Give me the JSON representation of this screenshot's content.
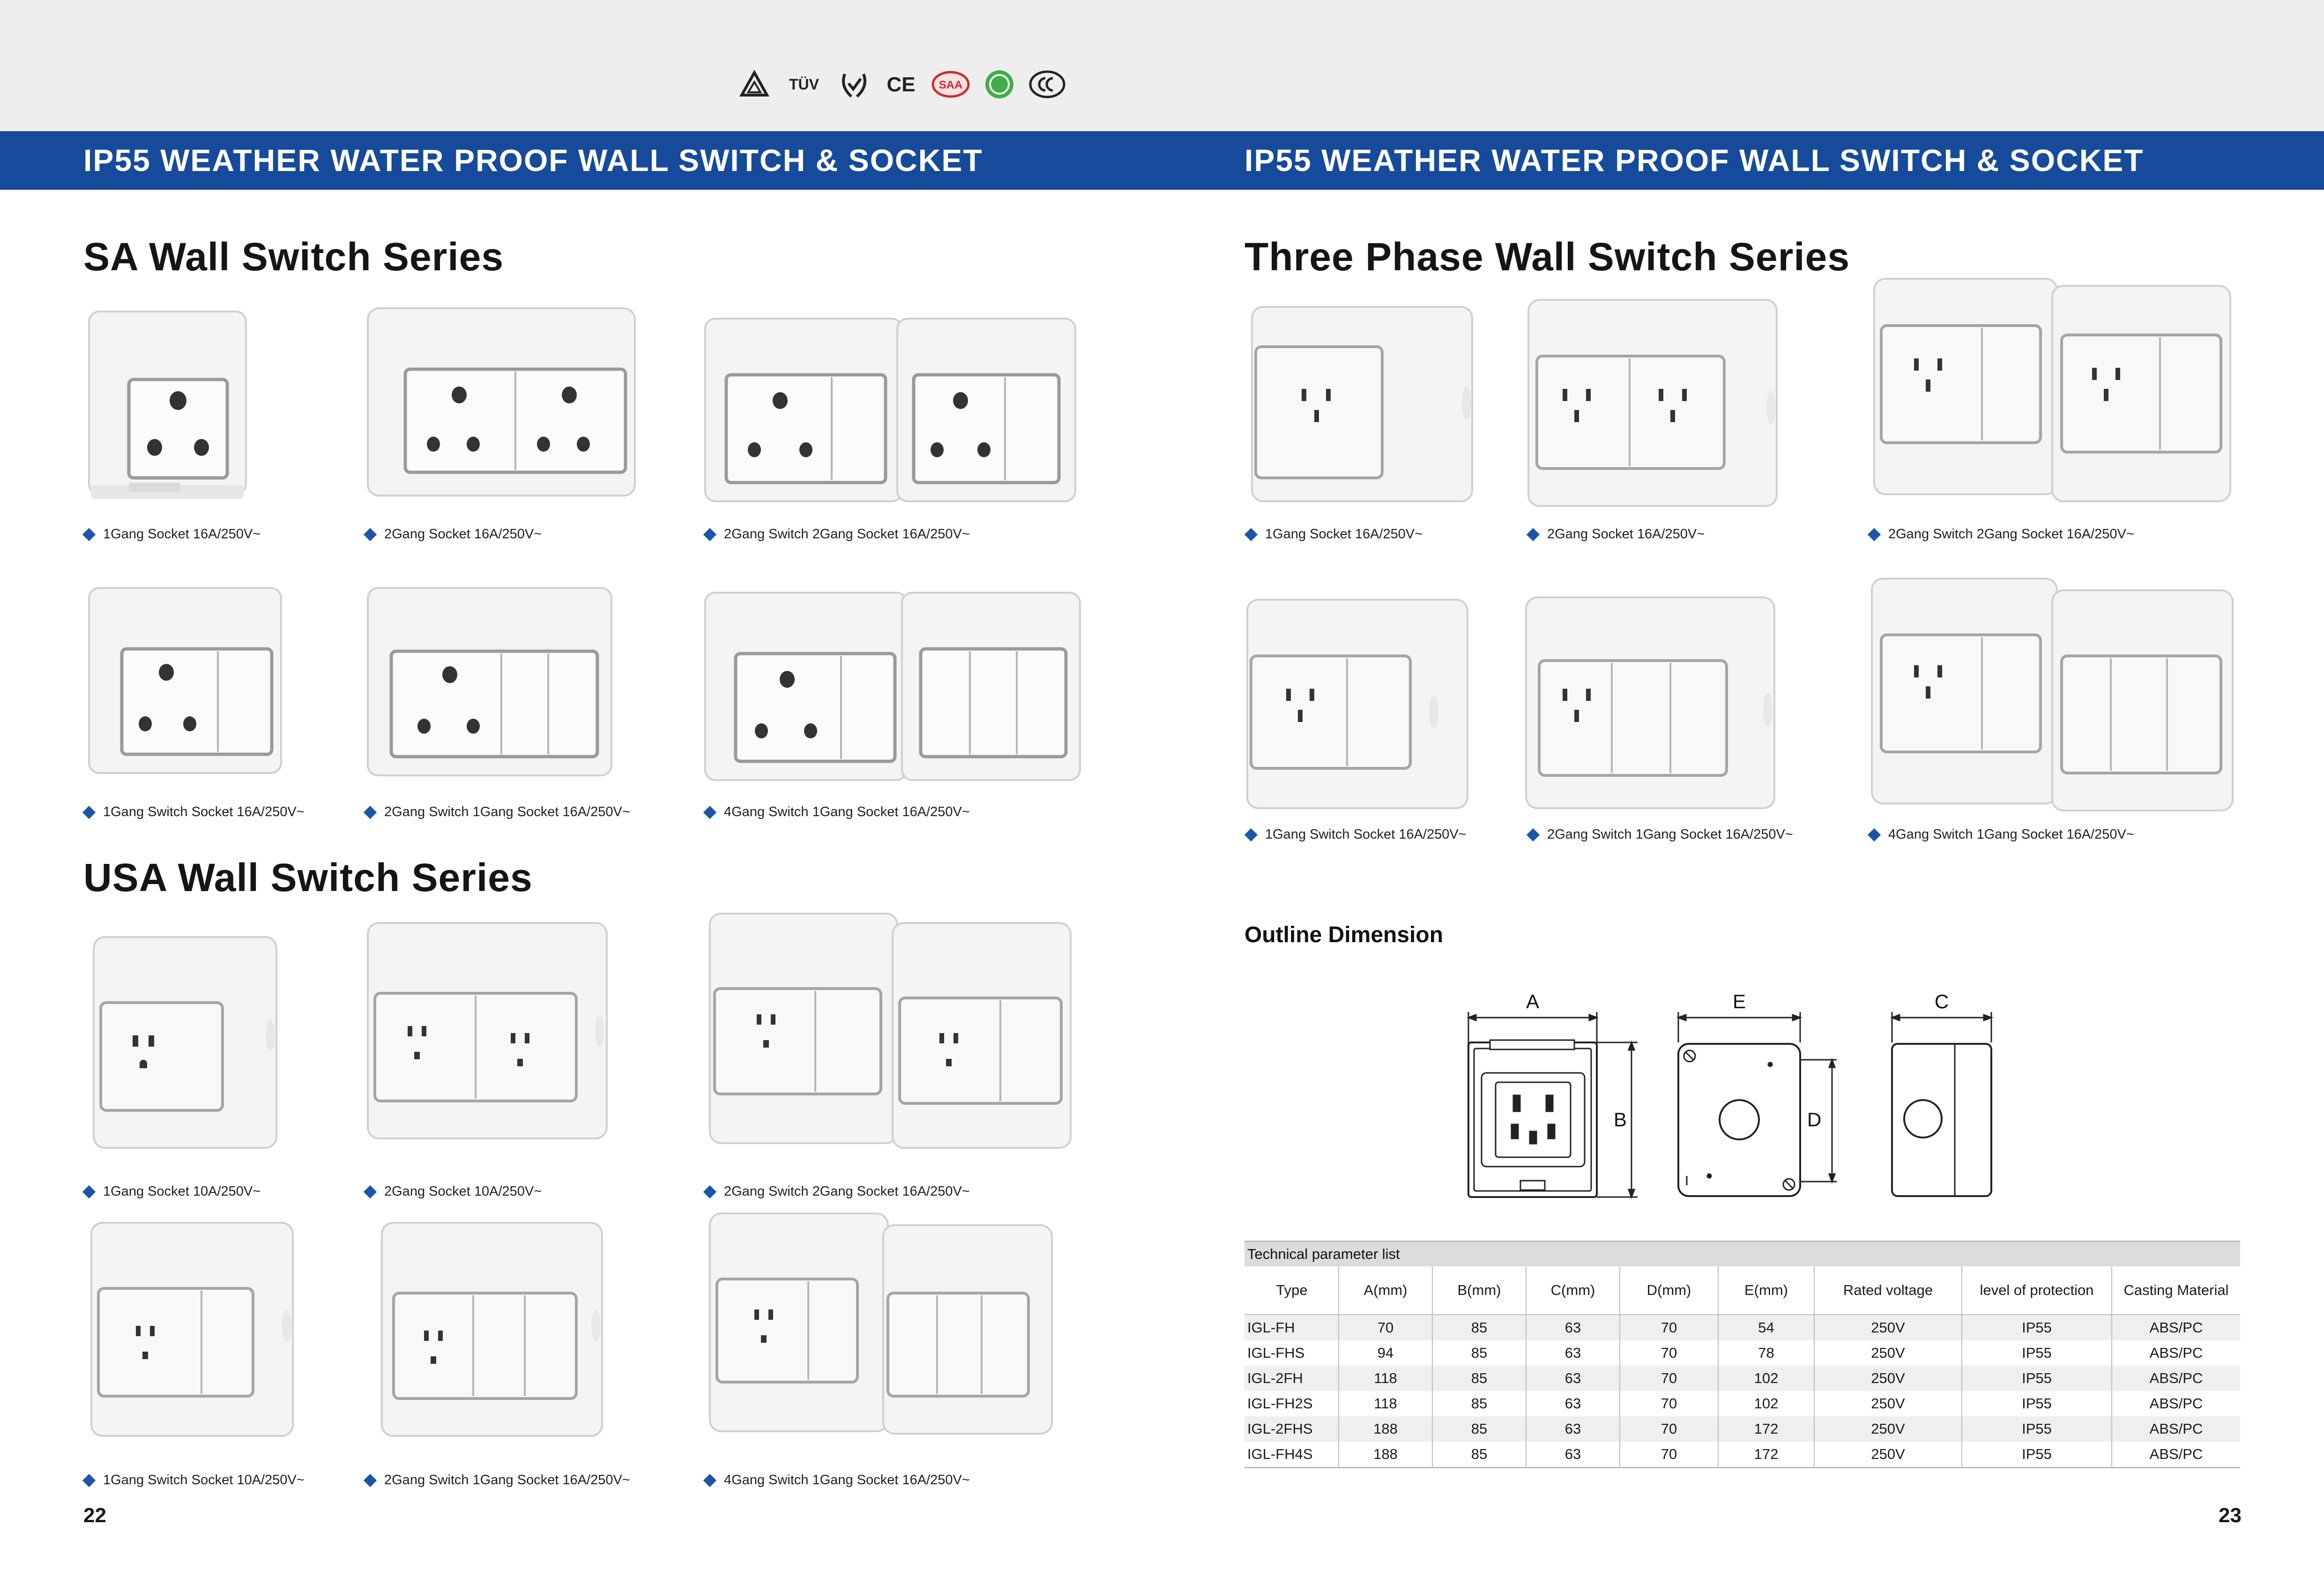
{
  "header": {
    "left_title": "IP55 WEATHER WATER PROOF WALL SWITCH & SOCKET",
    "right_title": "IP55 WEATHER WATER PROOF WALL SWITCH & SOCKET",
    "cert_marks": [
      "TÜV",
      "CE",
      "SAA"
    ],
    "cert_icons": [
      "triangle-mark-icon",
      "tuv-mark-icon",
      "laurel-mark-icon",
      "ce-mark-icon",
      "saa-mark-icon",
      "green-circle-mark-icon",
      "ccc-mark-icon"
    ]
  },
  "sa_series": {
    "title": "SA Wall Switch Series",
    "items": [
      {
        "label": "1Gang Socket 16A/250V~"
      },
      {
        "label": "2Gang Socket 16A/250V~"
      },
      {
        "label": "2Gang Switch 2Gang Socket 16A/250V~"
      },
      {
        "label": "1Gang Switch Socket 16A/250V~"
      },
      {
        "label": "2Gang Switch 1Gang Socket 16A/250V~"
      },
      {
        "label": "4Gang Switch 1Gang Socket 16A/250V~"
      }
    ]
  },
  "usa_series": {
    "title": "USA Wall Switch Series",
    "items": [
      {
        "label": "1Gang Socket 10A/250V~"
      },
      {
        "label": "2Gang Socket 10A/250V~"
      },
      {
        "label": "2Gang Switch 2Gang Socket 16A/250V~"
      },
      {
        "label": "1Gang Switch Socket 10A/250V~"
      },
      {
        "label": "2Gang Switch 1Gang Socket 16A/250V~"
      },
      {
        "label": "4Gang Switch 1Gang Socket 16A/250V~"
      }
    ]
  },
  "three_phase_series": {
    "title": "Three Phase Wall Switch Series",
    "items": [
      {
        "label": "1Gang Socket 16A/250V~"
      },
      {
        "label": "2Gang Socket 16A/250V~"
      },
      {
        "label": "2Gang Switch 2Gang Socket 16A/250V~"
      },
      {
        "label": "1Gang Switch Socket 16A/250V~"
      },
      {
        "label": "2Gang Switch 1Gang Socket 16A/250V~"
      },
      {
        "label": "4Gang Switch 1Gang Socket 16A/250V~"
      }
    ]
  },
  "outline": {
    "title": "Outline Dimension",
    "labels": {
      "a": "A",
      "b": "B",
      "c": "C",
      "d": "D",
      "e": "E"
    }
  },
  "tech_table": {
    "caption": "Technical parameter list",
    "headers": [
      "Type",
      "A(mm)",
      "B(mm)",
      "C(mm)",
      "D(mm)",
      "E(mm)",
      "Rated voltage",
      "level of protection",
      "Casting Material"
    ],
    "rows": [
      [
        "IGL-FH",
        "70",
        "85",
        "63",
        "70",
        "54",
        "250V",
        "IP55",
        "ABS/PC"
      ],
      [
        "IGL-FHS",
        "94",
        "85",
        "63",
        "70",
        "78",
        "250V",
        "IP55",
        "ABS/PC"
      ],
      [
        "IGL-2FH",
        "118",
        "85",
        "63",
        "70",
        "102",
        "250V",
        "IP55",
        "ABS/PC"
      ],
      [
        "IGL-FH2S",
        "118",
        "85",
        "63",
        "70",
        "102",
        "250V",
        "IP55",
        "ABS/PC"
      ],
      [
        "IGL-2FHS",
        "188",
        "85",
        "63",
        "70",
        "172",
        "250V",
        "IP55",
        "ABS/PC"
      ],
      [
        "IGL-FH4S",
        "188",
        "85",
        "63",
        "70",
        "172",
        "250V",
        "IP55",
        "ABS/PC"
      ]
    ]
  },
  "pages": {
    "left": "22",
    "right": "23"
  }
}
